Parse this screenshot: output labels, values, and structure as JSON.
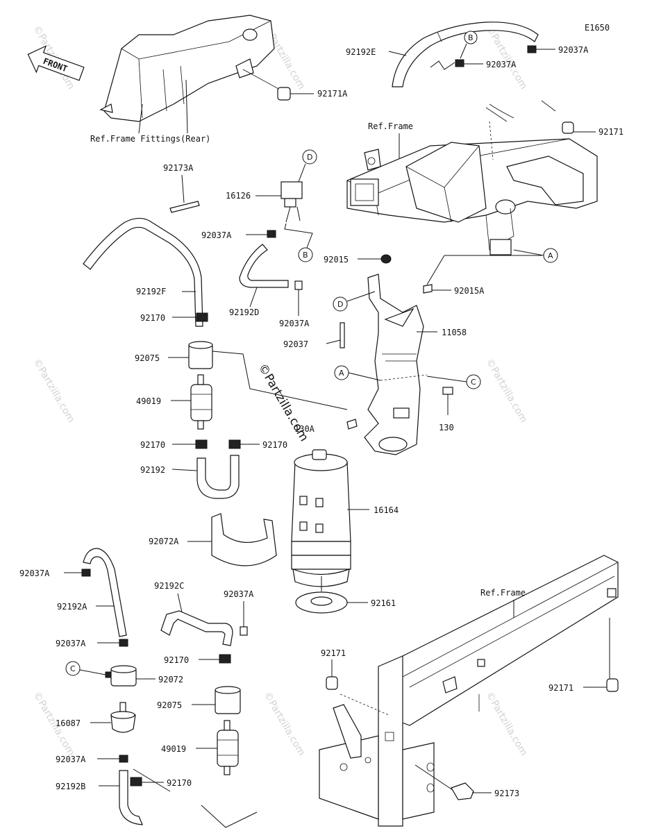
{
  "diagram_code": "E1650",
  "front_label": "FRONT",
  "watermark": "©Partzilla.com",
  "references": {
    "frame_fittings_rear": "Ref.Frame Fittings(Rear)",
    "frame_upper": "Ref.Frame",
    "frame_lower": "Ref.Frame"
  },
  "callouts": [
    "A",
    "B",
    "C",
    "D"
  ],
  "labels": {
    "p92192E": "92192E",
    "p92037A_1": "92037A",
    "p92037A_2": "92037A",
    "p92171A": "92171A",
    "p92171_1": "92171",
    "p92173A": "92173A",
    "p16126": "16126",
    "p92037A_3": "92037A",
    "p92015": "92015",
    "p92015A": "92015A",
    "p92192F": "92192F",
    "p92192D": "92192D",
    "p92037A_4": "92037A",
    "p92170_1": "92170",
    "p92037": "92037",
    "p11058": "11058",
    "p92075_1": "92075",
    "p49019_1": "49019",
    "p130A": "130A",
    "p130": "130",
    "p92170_2": "92170",
    "p92170_3": "92170",
    "p92192": "92192",
    "p16164": "16164",
    "p92072A": "92072A",
    "p92037A_5": "92037A",
    "p92192A": "92192A",
    "p92192C": "92192C",
    "p92037A_6": "92037A",
    "p92161": "92161",
    "p92037A_7": "92037A",
    "p92170_4": "92170",
    "p92072": "92072",
    "p92171_2": "92171",
    "p92171_3": "92171",
    "p92075_2": "92075",
    "p16087": "16087",
    "p49019_2": "49019",
    "p92037A_8": "92037A",
    "p92192B": "92192B",
    "p92170_5": "92170",
    "p92173": "92173"
  }
}
